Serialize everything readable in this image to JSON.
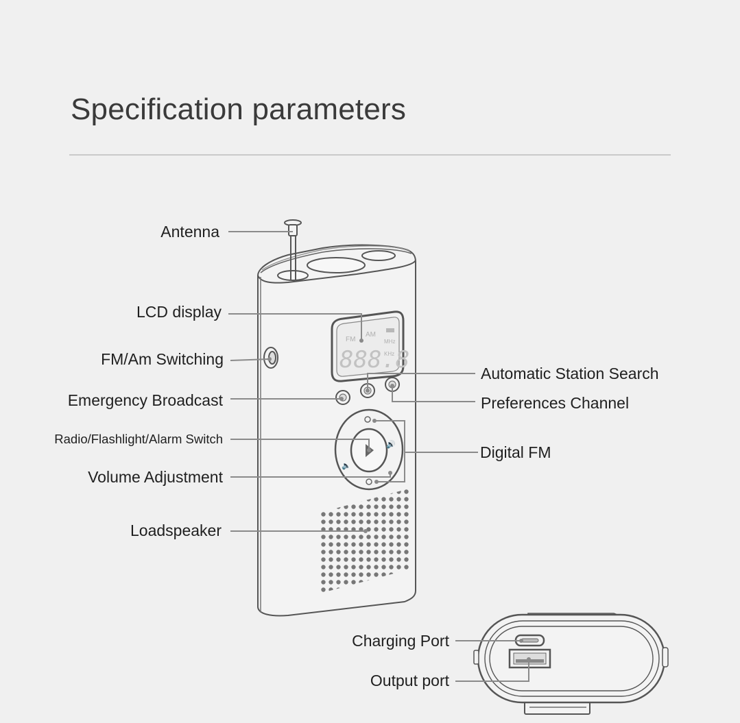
{
  "title": "Specification parameters",
  "labels": {
    "antenna": "Antenna",
    "lcd_display": "LCD display",
    "fm_am_switching": "FM/Am Switching",
    "emergency_broadcast": "Emergency Broadcast",
    "mode_switch": "Radio/Flashlight/Alarm Switch",
    "volume_adjustment": "Volume Adjustment",
    "loadspeaker": "Loadspeaker",
    "auto_station_search": "Automatic Station Search",
    "preferences_channel": "Preferences Channel",
    "digital_fm": "Digital FM",
    "charging_port": "Charging Port",
    "output_port": "Output port"
  },
  "lcd": {
    "fm": "FM",
    "am": "AM",
    "digits": "888.8",
    "mhz": "MHz",
    "khz": "KHz"
  },
  "colors": {
    "background": "#f0f0f0",
    "device_stroke": "#555555",
    "leader_line": "#8a8a8a",
    "text": "#1f1f1f"
  }
}
